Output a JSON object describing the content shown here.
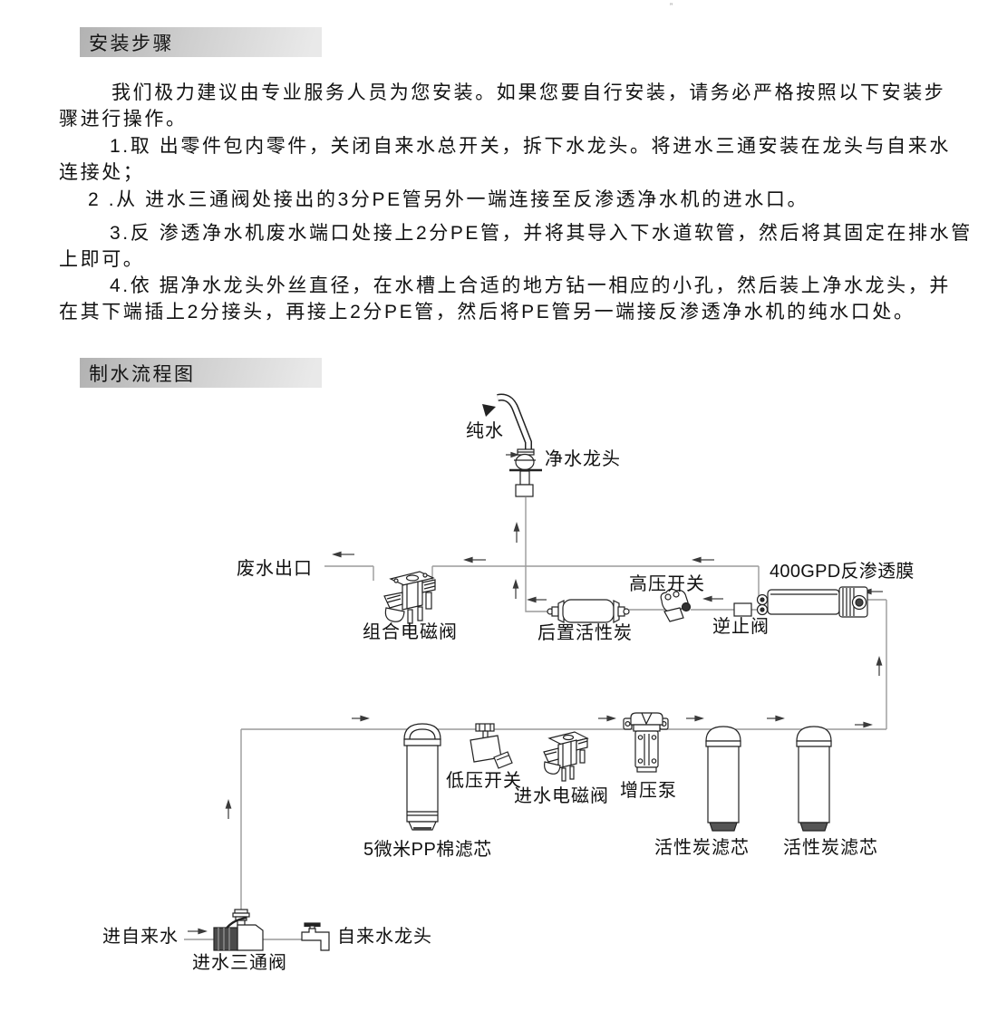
{
  "page": {
    "stray_mark": "”"
  },
  "section1": {
    "title": "安装步骤",
    "lines": [
      "我们极力建议由专业服务人员为您安装。如果您要自行安装，请务必严格按照以下安装步",
      "骤进行操作。",
      "1.取 出零件包内零件，关闭自来水总开关，拆下水龙头。将进水三通安装在龙头与自来水",
      "连接处；",
      "2 .从 进水三通阀处接出的3分PE管另外一端连接至反渗透净水机的进水口。",
      "3.反 渗透净水机废水端口处接上2分PE管，并将其导入下水道软管，然后将其固定在排水管",
      "上即可。",
      "4.依 据净水龙头外丝直径，在水槽上合适的地方钻一相应的小孔，然后装上净水龙头，并",
      "在其下端插上2分接头，再接上2分PE管，然后将PE管另一端接反渗透净水机的纯水口处。"
    ]
  },
  "section2": {
    "title": "制水流程图"
  },
  "diagram": {
    "labels": {
      "pure_water": "纯水",
      "clean_faucet": "净水龙头",
      "waste_outlet": "废水出口",
      "combo_valve": "组合电磁阀",
      "post_carbon": "后置活性炭",
      "hp_switch": "高压开关",
      "check_valve": "逆止阀",
      "membrane": "400GPD反渗透膜",
      "lp_switch": "低压开关",
      "inlet_valve": "进水电磁阀",
      "pump": "增压泵",
      "pp_filter": "5微米PP棉滤芯",
      "carbon_filter_1": "活性炭滤芯",
      "carbon_filter_2": "活性炭滤芯",
      "tap_in": "进自来水",
      "three_way_valve": "进水三通阀",
      "tap_faucet": "自来水龙头"
    },
    "colors": {
      "pipe": "#9a9a9a",
      "component": "#222222",
      "arrow": "#3a3a3a",
      "text": "#111111",
      "dark_fill": "#444444"
    }
  }
}
